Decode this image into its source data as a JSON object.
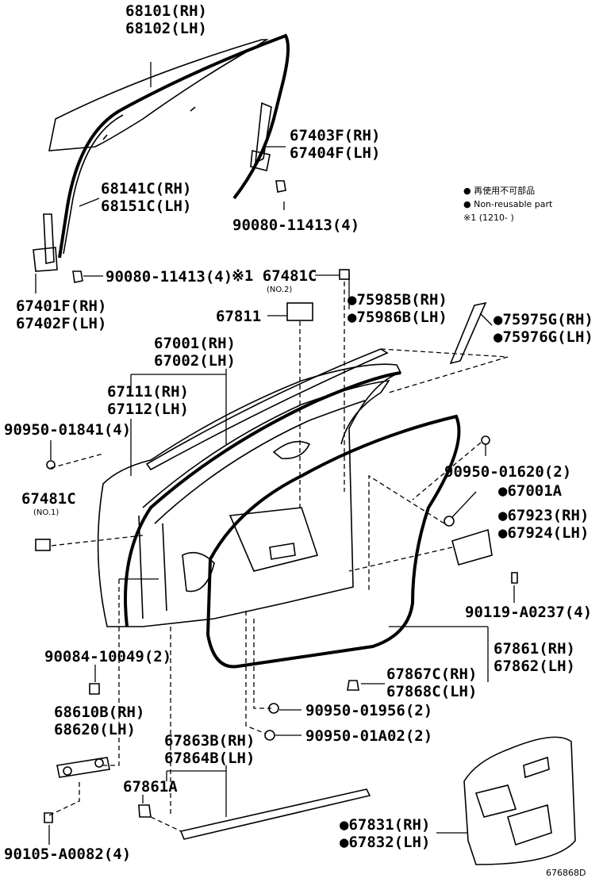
{
  "legend": {
    "jp": "● 再使用不可部品",
    "en": "● Non-reusable part",
    "note": "※1 (1210-      )"
  },
  "labels": {
    "p68101": "68101(RH)",
    "p68102": "68102(LH)",
    "p67403F": "67403F(RH)",
    "p67404F": "67404F(LH)",
    "p68141C": "68141C(RH)",
    "p68151C": "68151C(LH)",
    "p90080_top": "90080-11413(4)",
    "p90080_left": "90080-11413(4)",
    "p67401F": "67401F(RH)",
    "p67402F": "67402F(LH)",
    "p67481C_no2": "※1 67481C",
    "p67481C_no2_sub": "(NO.2)",
    "p75985B": "●75985B(RH)",
    "p75986B": "●75986B(LH)",
    "p67811": "67811",
    "p75975G": "●75975G(RH)",
    "p75976G": "●75976G(LH)",
    "p67001": "67001(RH)",
    "p67002": "67002(LH)",
    "p67111": "67111(RH)",
    "p67112": "67112(LH)",
    "p90950_01841": "90950-01841(4)",
    "p90950_01620": "90950-01620(2)",
    "p67001A": "●67001A",
    "p67481C_no1": "67481C",
    "p67481C_no1_sub": "(NO.1)",
    "p67923": "●67923(RH)",
    "p67924": "●67924(LH)",
    "p90119": "90119-A0237(4)",
    "p67861": "67861(RH)",
    "p67862": "67862(LH)",
    "p90084": "90084-10049(2)",
    "p67867C": "67867C(RH)",
    "p67868C": "67868C(LH)",
    "p68610B": "68610B(RH)",
    "p68620": "68620(LH)",
    "p90950_01956": "90950-01956(2)",
    "p90950_01A02": "90950-01A02(2)",
    "p67863B": "67863B(RH)",
    "p67864B": "67864B(LH)",
    "p67861A": "67861A",
    "p67831": "●67831(RH)",
    "p67832": "●67832(LH)",
    "p90105": "90105-A0082(4)",
    "figure_code": "676868D"
  }
}
